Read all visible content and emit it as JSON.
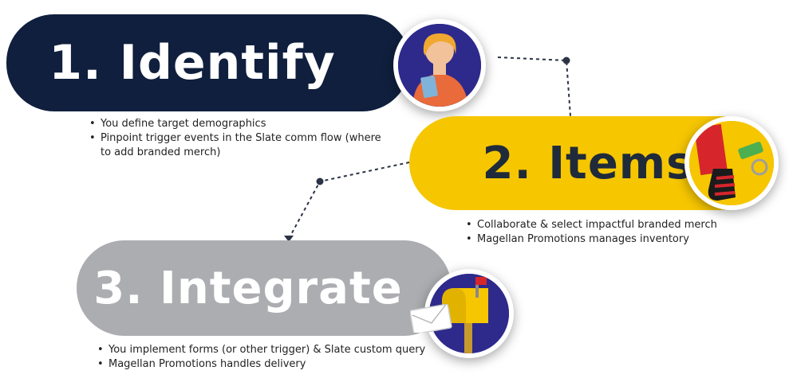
{
  "steps": [
    {
      "title": "1. Identify",
      "icon": "woman-with-tablet-icon",
      "bullets": [
        "You define target demographics",
        "Pinpoint trigger events in the Slate comm flow (where to add branded merch)"
      ]
    },
    {
      "title": "2. Items",
      "icon": "branded-merch-icon",
      "bullets": [
        "Collaborate & select impactful branded merch",
        "Magellan Promotions manages inventory"
      ]
    },
    {
      "title": "3. Integrate",
      "icon": "mailbox-icon",
      "bullets": [
        "You implement forms (or other trigger) & Slate custom query",
        "Magellan Promotions handles delivery"
      ]
    }
  ],
  "colors": {
    "step1": "#0f1f3d",
    "step2": "#f6c600",
    "step3": "#acadb1",
    "connector": "#2b3345"
  }
}
